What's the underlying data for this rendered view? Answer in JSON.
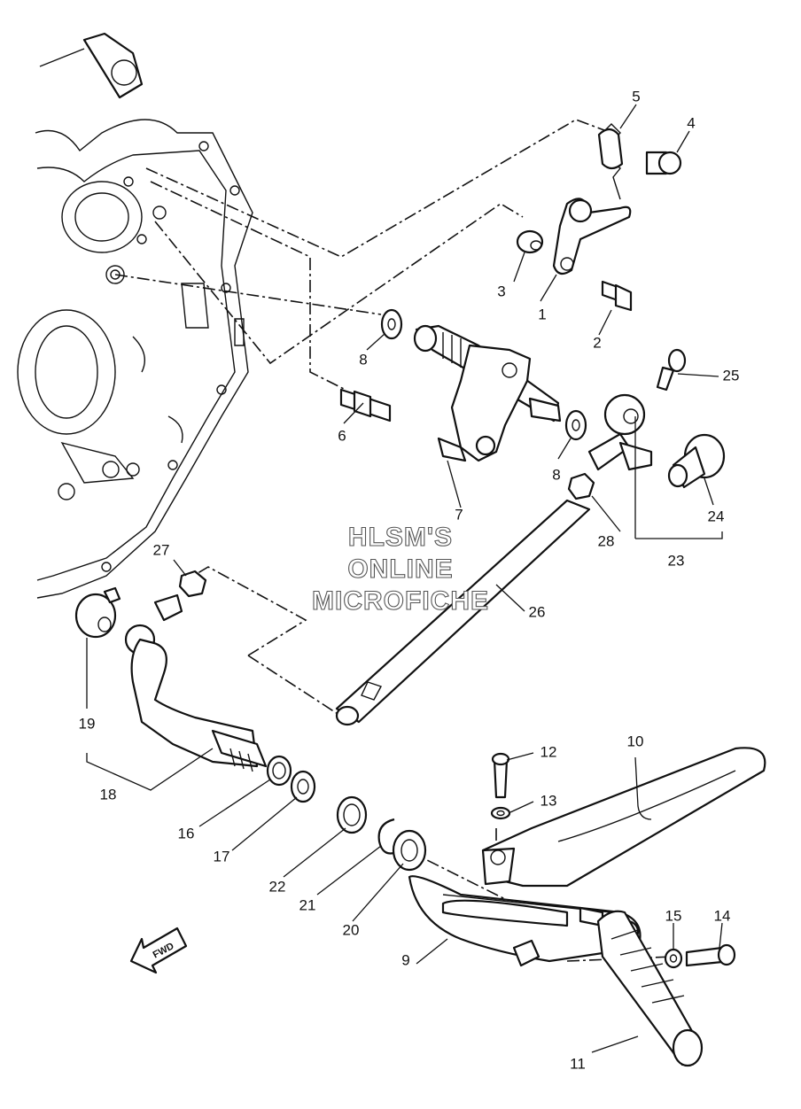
{
  "watermark": {
    "line1": "HLSM'S",
    "line2": "ONLINE",
    "line3": "MICROFICHE"
  },
  "direction_indicator": {
    "text": "FWD"
  },
  "callouts": [
    {
      "id": "label-1",
      "text": "1"
    },
    {
      "id": "label-2",
      "text": "2"
    },
    {
      "id": "label-3",
      "text": "3"
    },
    {
      "id": "label-4",
      "text": "4"
    },
    {
      "id": "label-5",
      "text": "5"
    },
    {
      "id": "label-6",
      "text": "6"
    },
    {
      "id": "label-7",
      "text": "7"
    },
    {
      "id": "label-8a",
      "text": "8"
    },
    {
      "id": "label-8b",
      "text": "8"
    },
    {
      "id": "label-9",
      "text": "9"
    },
    {
      "id": "label-10",
      "text": "10"
    },
    {
      "id": "label-11",
      "text": "11"
    },
    {
      "id": "label-12",
      "text": "12"
    },
    {
      "id": "label-13",
      "text": "13"
    },
    {
      "id": "label-14",
      "text": "14"
    },
    {
      "id": "label-15",
      "text": "15"
    },
    {
      "id": "label-16",
      "text": "16"
    },
    {
      "id": "label-17",
      "text": "17"
    },
    {
      "id": "label-18",
      "text": "18"
    },
    {
      "id": "label-19",
      "text": "19"
    },
    {
      "id": "label-20",
      "text": "20"
    },
    {
      "id": "label-21",
      "text": "21"
    },
    {
      "id": "label-22",
      "text": "22"
    },
    {
      "id": "label-23",
      "text": "23"
    },
    {
      "id": "label-24",
      "text": "24"
    },
    {
      "id": "label-25",
      "text": "25"
    },
    {
      "id": "label-26",
      "text": "26"
    },
    {
      "id": "label-27",
      "text": "27"
    },
    {
      "id": "label-28",
      "text": "28"
    }
  ]
}
